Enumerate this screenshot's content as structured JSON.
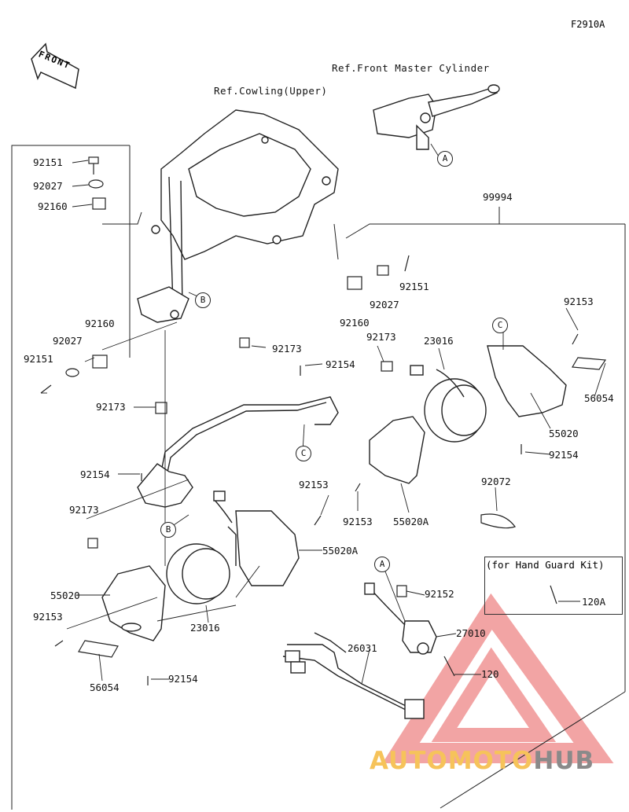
{
  "figure_code": "F2910A",
  "front_label": "FRONT",
  "refs": {
    "cowling": "Ref.Cowling(Upper)",
    "master_cylinder": "Ref.Front Master Cylinder"
  },
  "kit_note": "(for Hand Guard Kit)",
  "callouts": [
    "A",
    "B",
    "C",
    "A",
    "B",
    "C"
  ],
  "parts": [
    "92151",
    "92027",
    "92160",
    "99994",
    "92160",
    "92027",
    "92151",
    "92160",
    "92027",
    "92151",
    "92173",
    "92173",
    "92154",
    "92173",
    "23016",
    "92153",
    "56054",
    "55020",
    "92154",
    "92154",
    "92173",
    "92072",
    "92153",
    "55020A",
    "92153",
    "55020A",
    "55020",
    "92153",
    "23016",
    "92152",
    "27010",
    "26031",
    "120",
    "56054",
    "92154",
    "120A"
  ],
  "watermark": {
    "part1": "AUTOMOTO",
    "part2": "HUB"
  },
  "colors": {
    "line": "#222222",
    "watermark_red": "#e85a5a",
    "logo_yellow": "#f6c35a",
    "logo_gray": "#8a8a8a"
  }
}
